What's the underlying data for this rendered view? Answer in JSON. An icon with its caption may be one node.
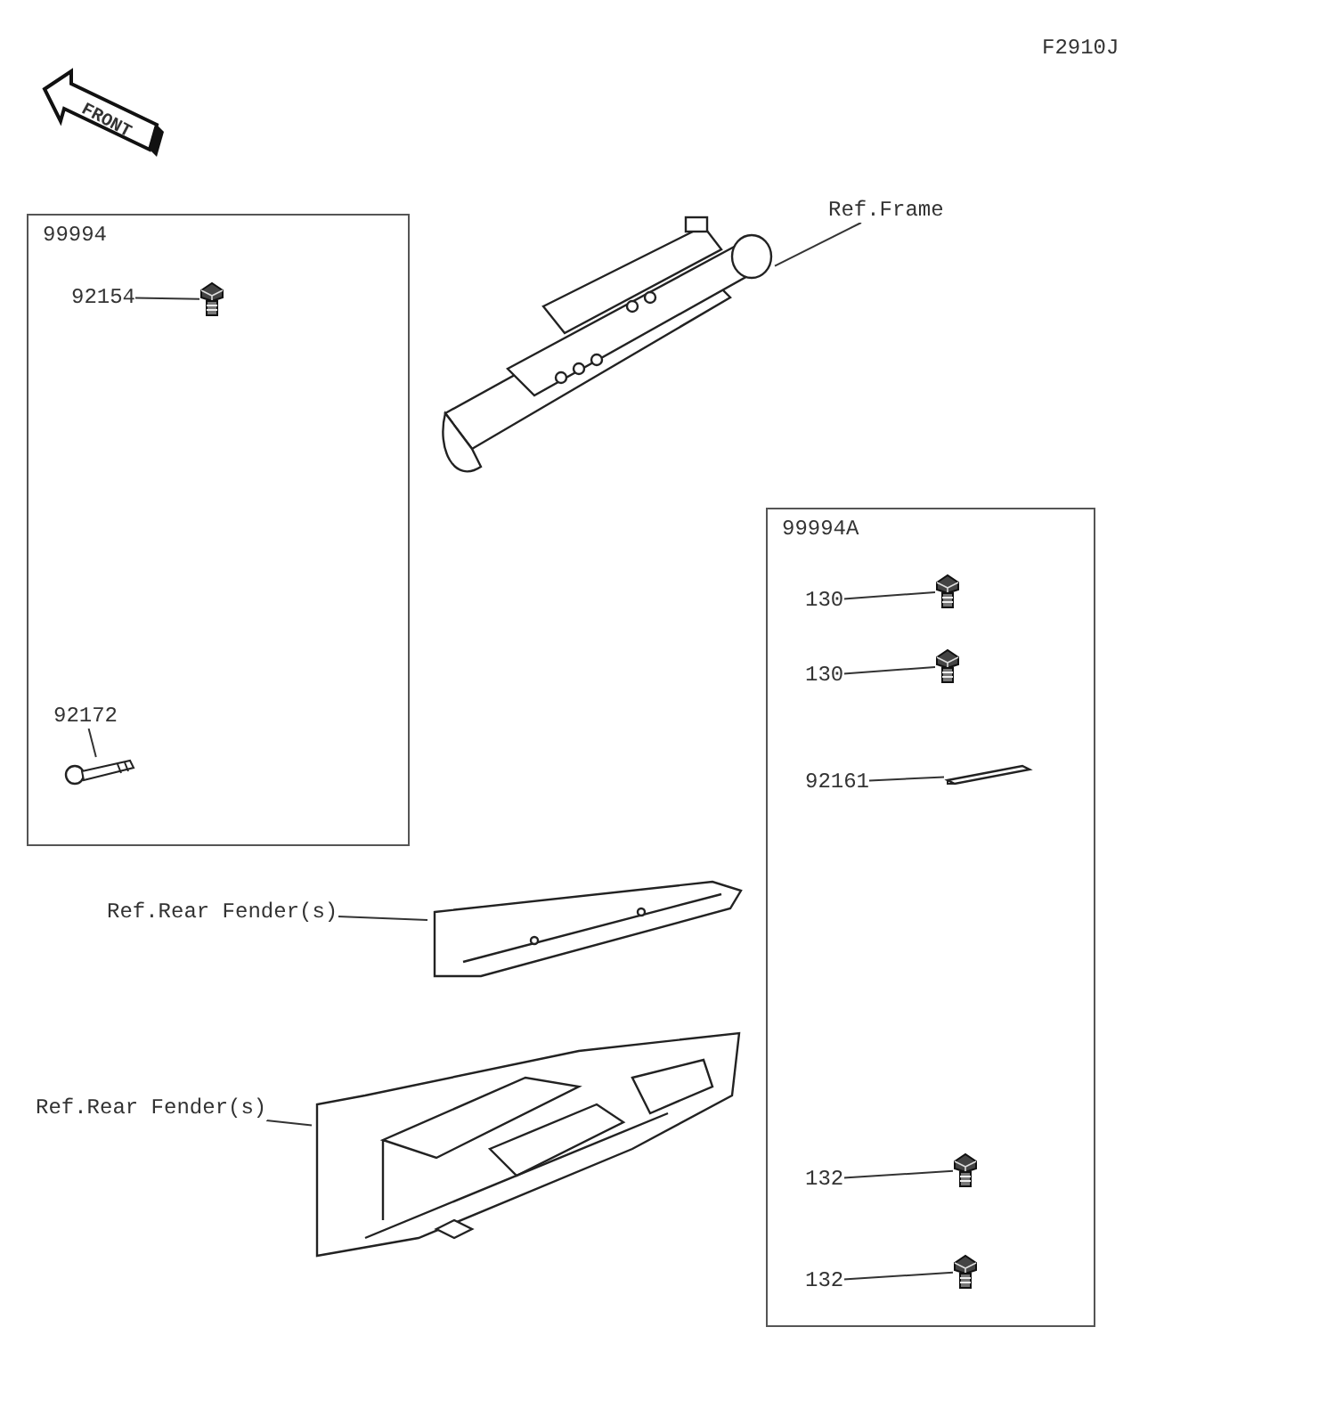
{
  "diagram": {
    "nodes": [
      {
        "text": [
          "99994"
        ]
      },
      {
        "text": [
          "92154"
        ],
        "in": 0
      },
      {
        "text": [],
        "shape": "picture",
        "in": 0
      },
      {
        "text": [
          "92172"
        ],
        "in": 0
      },
      {
        "text": [],
        "shape": "picture",
        "in": 0
      },
      {
        "text": [
          "Ref.Frame"
        ]
      },
      {
        "text": [],
        "shape": "picture"
      },
      {
        "text": [
          "99994A"
        ]
      },
      {
        "text": [
          "130"
        ],
        "in": 7
      },
      {
        "text": [],
        "shape": "picture",
        "in": 7
      },
      {
        "text": [
          "130"
        ],
        "in": 7
      },
      {
        "text": [],
        "shape": "picture",
        "in": 7
      },
      {
        "text": [
          "92161"
        ],
        "in": 7
      },
      {
        "text": [],
        "shape": "picture",
        "in": 7
      },
      {
        "text": [
          "Ref.Rear Fender(s)"
        ]
      },
      {
        "text": [],
        "shape": "picture"
      },
      {
        "text": [
          "Ref.Rear Fender(s)"
        ]
      },
      {
        "text": [],
        "shape": "picture"
      },
      {
        "text": [
          "132"
        ],
        "in": 7
      },
      {
        "text": [],
        "shape": "picture",
        "in": 7
      },
      {
        "text": [
          "132"
        ],
        "in": 7
      },
      {
        "text": [],
        "shape": "picture",
        "in": 7
      }
    ],
    "edges": [
      {
        "from": 1,
        "to": 2,
        "arrow": "none"
      },
      {
        "from": 3,
        "to": 4,
        "arrow": "none"
      },
      {
        "from": 5,
        "to": 6,
        "arrow": "none"
      },
      {
        "from": 8,
        "to": 9,
        "arrow": "none"
      },
      {
        "from": 10,
        "to": 11,
        "arrow": "none"
      },
      {
        "from": 12,
        "to": 13,
        "arrow": "none"
      },
      {
        "from": 14,
        "to": 15,
        "arrow": "none"
      },
      {
        "from": 16,
        "to": 17,
        "arrow": "none"
      },
      {
        "from": 18,
        "to": 19,
        "arrow": "none"
      },
      {
        "from": 20,
        "to": 21,
        "arrow": "none"
      }
    ],
    "labels": [
      "FRONT",
      "F2910J"
    ]
  }
}
